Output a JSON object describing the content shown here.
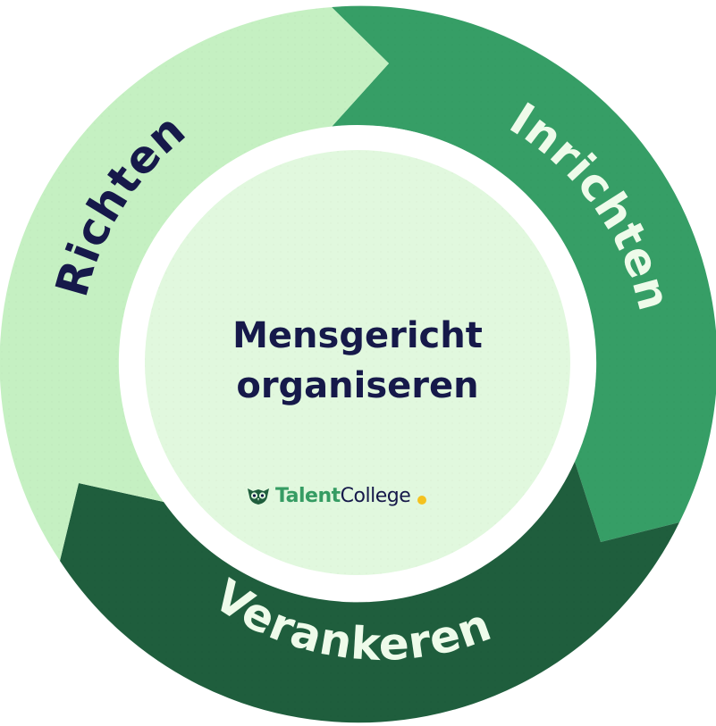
{
  "diagram": {
    "type": "cycle",
    "center": {
      "title_line1": "Mensgericht",
      "title_line2": "organiseren"
    },
    "segments": [
      {
        "label": "Richten",
        "color": "#c5f0c2",
        "text_color": "#16194a"
      },
      {
        "label": "Inrichten",
        "color": "#369e66",
        "text_color": "#eefbea"
      },
      {
        "label": "Verankeren",
        "color": "#1f5e3d",
        "text_color": "#eefbea"
      }
    ],
    "ring_gap_color": "#ffffff",
    "center_fill": "#e1f8de",
    "title_color": "#16194a"
  },
  "logo": {
    "icon": "owl-icon",
    "brand_part1": "Talent",
    "brand_part2": "College",
    "brand_part1_color": "#359c63",
    "brand_part2_color": "#16194a",
    "dot_color": "#f4c21f"
  }
}
